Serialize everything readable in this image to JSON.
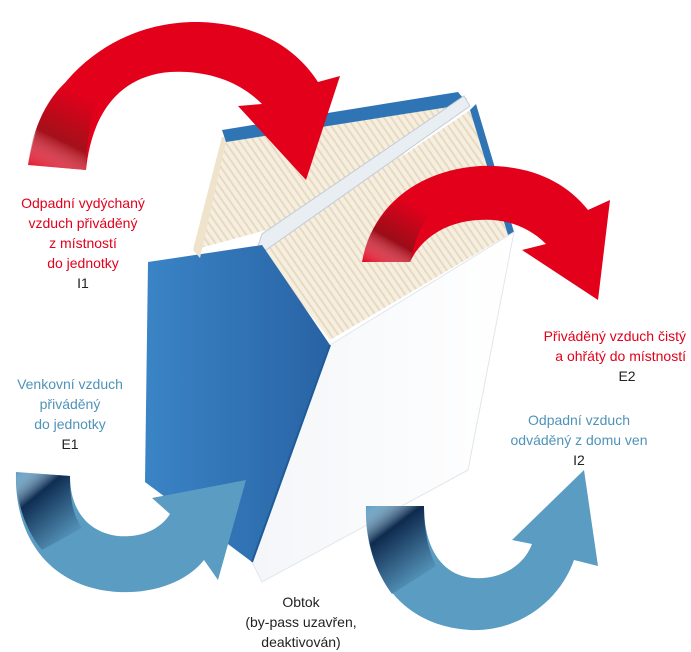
{
  "colors": {
    "extract_air": "#e3001b",
    "outdoor_air": "#4f93b8",
    "dark_text": "#222222",
    "filter_frame": "#2f74b5",
    "filter_side": "#ffffff",
    "filter_media": "#f3ead7"
  },
  "labels": {
    "extract_in": {
      "lines": [
        "Odpadní vydýchaný",
        "vzduch přiváděný",
        "z místností",
        "do jednotky"
      ],
      "code": "I1"
    },
    "supply_out": {
      "lines": [
        "Přiváděný vzduch čistý",
        "a ohřátý do místností"
      ],
      "code": "E2"
    },
    "outdoor_in": {
      "lines": [
        "Venkovní vzduch",
        "přiváděný",
        "do jednotky"
      ],
      "code": "E1"
    },
    "exhaust_out": {
      "lines": [
        "Odpadní vzduch",
        "odváděný z domu ven"
      ],
      "code": "I2"
    },
    "bypass": {
      "lines": [
        "Obtok",
        "(by-pass uzavřen,",
        "deaktivován)"
      ]
    }
  },
  "icons": {
    "arrow_i1": "curved-red-arrow-icon",
    "arrow_e2": "curved-red-arrow-icon",
    "arrow_e1": "curved-blue-arrow-icon",
    "arrow_i2": "curved-blue-arrow-icon",
    "core": "heat-exchanger-core"
  }
}
